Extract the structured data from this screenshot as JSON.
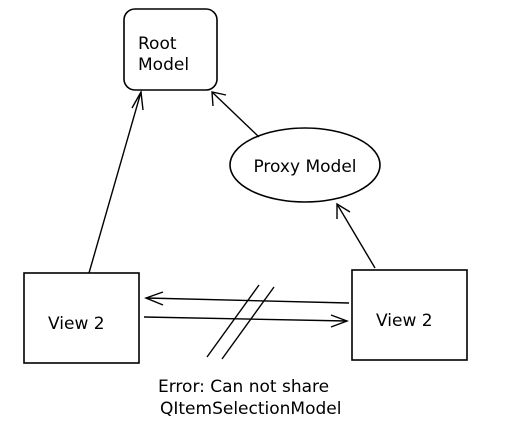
{
  "diagram": {
    "nodes": {
      "root_model": {
        "lines": [
          "Root",
          "Model"
        ]
      },
      "proxy_model": {
        "label": "Proxy Model"
      },
      "view_left": {
        "label": "View 2"
      },
      "view_right": {
        "label": "View 2"
      }
    },
    "edges": [
      {
        "from": "view_left",
        "to": "root_model"
      },
      {
        "from": "proxy_model",
        "to": "root_model"
      },
      {
        "from": "view_right",
        "to": "proxy_model"
      },
      {
        "from": "view_right",
        "to": "view_left",
        "blocked": true
      },
      {
        "from": "view_left",
        "to": "view_right",
        "blocked": true
      }
    ],
    "error": {
      "line1": "Error: Can not share",
      "line2": "QItemSelectionModel"
    }
  }
}
